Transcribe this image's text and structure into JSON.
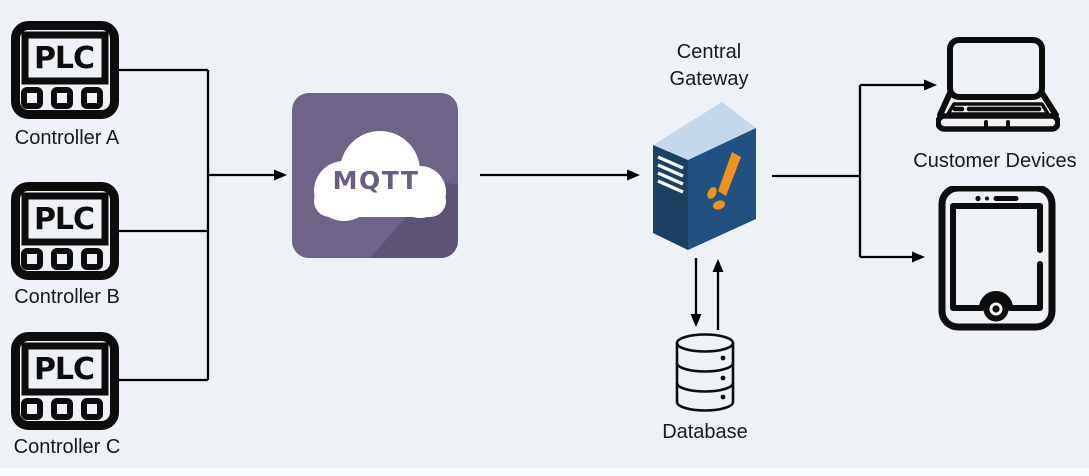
{
  "diagram": {
    "type": "architecture-flow",
    "description": "Industrial IoT data flow from PLC controllers through MQTT broker to a central gateway, database and customer devices"
  },
  "nodes": {
    "controller_a": {
      "label": "Controller A",
      "icon": "plc-icon",
      "screen_text": "PLC"
    },
    "controller_b": {
      "label": "Controller B",
      "icon": "plc-icon",
      "screen_text": "PLC"
    },
    "controller_c": {
      "label": "Controller C",
      "icon": "plc-icon",
      "screen_text": "PLC"
    },
    "mqtt_broker": {
      "label": "MQTT",
      "icon": "mqtt-cloud-icon"
    },
    "central_gateway": {
      "label": "Central Gateway",
      "label_line1": "Central",
      "label_line2": "Gateway",
      "icon": "server-icon"
    },
    "database": {
      "label": "Database",
      "icon": "database-cylinder-icon"
    },
    "customer_devices": {
      "label": "Customer Devices",
      "icons": [
        "laptop-icon",
        "tablet-icon"
      ]
    }
  },
  "edges": [
    {
      "from": "controller_a",
      "to": "bus",
      "arrow": false
    },
    {
      "from": "controller_b",
      "to": "bus",
      "arrow": false
    },
    {
      "from": "controller_c",
      "to": "bus",
      "arrow": false
    },
    {
      "from": "bus",
      "to": "mqtt_broker",
      "arrow": true
    },
    {
      "from": "mqtt_broker",
      "to": "central_gateway",
      "arrow": true
    },
    {
      "from": "central_gateway",
      "to": "devices_branch",
      "arrow": false
    },
    {
      "from": "devices_branch",
      "to": "laptop",
      "arrow": true
    },
    {
      "from": "devices_branch",
      "to": "tablet",
      "arrow": true
    },
    {
      "from": "central_gateway",
      "to": "database",
      "arrow": true
    },
    {
      "from": "database",
      "to": "central_gateway",
      "arrow": true
    }
  ],
  "colors": {
    "background": "#eef1f5",
    "footer_strip": "#fbfcfd",
    "line": "#000000",
    "icon_stroke": "#0d0d0d",
    "label_text": "#1a1a1a",
    "mqtt_tile": "#6f6488",
    "mqtt_shadow": "rgba(25,14,45,0.20)",
    "mqtt_cloud": "#ffffff",
    "mqtt_text": "#6a5f83",
    "gateway_top": "#c5d7ea",
    "gateway_front": "#215180",
    "gateway_side": "#1a4062",
    "gateway_vents": "#ffffff",
    "gateway_glyph": "#f0921e"
  }
}
